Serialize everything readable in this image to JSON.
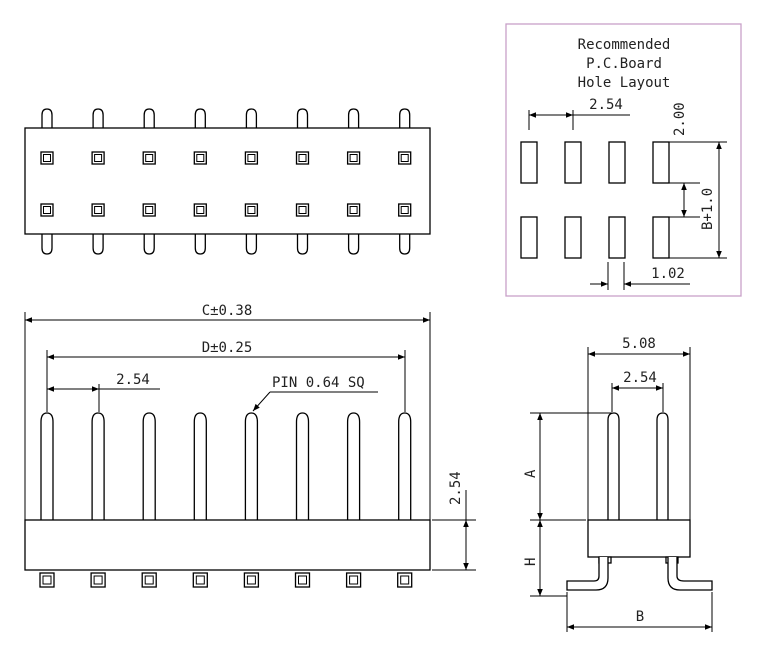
{
  "colors": {
    "line": "#000000",
    "frame": "#c8a0c8",
    "text": "#222222"
  },
  "pcb_layout": {
    "title_line1": "Recommended",
    "title_line2": "P.C.Board",
    "title_line3": "Hole Layout",
    "pitch": "2.54",
    "row_gap": "2.00",
    "row_span": "B+1.0",
    "hole_width": "1.02"
  },
  "front_view": {
    "dim_c": "C±0.38",
    "dim_d": "D±0.25",
    "pitch": "2.54",
    "pin_note": "PIN 0.64 SQ",
    "body_height": "2.54"
  },
  "side_view": {
    "dim_outer": "5.08",
    "dim_pitch": "2.54",
    "dim_a": "A",
    "dim_h": "H",
    "dim_b": "B"
  }
}
